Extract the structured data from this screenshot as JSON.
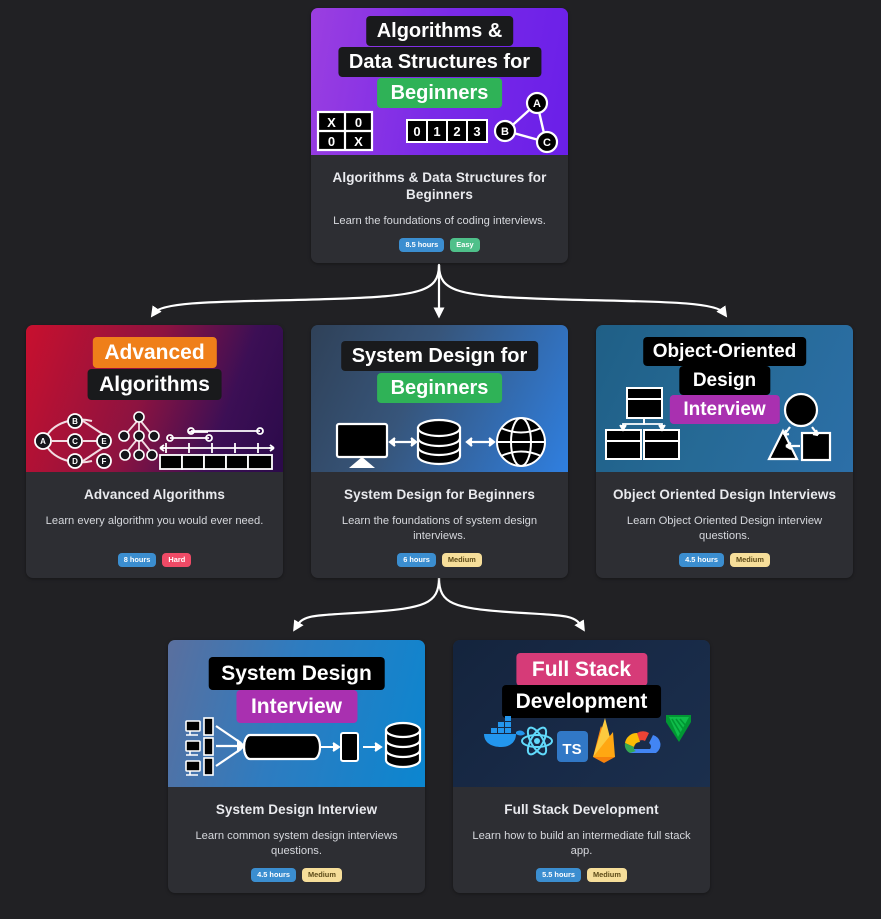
{
  "page": {
    "background_color": "#212124",
    "card_background": "#2d2e33",
    "connector_color": "#ffffff"
  },
  "badge_colors": {
    "hours": "#3b8ed0",
    "easy": "#4fc08a",
    "medium": "#f6de9a",
    "hard": "#ef4a66"
  },
  "cards": [
    {
      "id": "algorithms-data-structures-beginners",
      "title": "Algorithms & Data Structures for Beginners",
      "description": "Learn the foundations of coding interviews.",
      "hours_badge": "8.5 hours",
      "difficulty_badge": "Easy",
      "difficulty_kind": "easy",
      "thumbnail": {
        "gradient_from": "#9b3fe0",
        "gradient_to": "#6a1fe8",
        "lines": [
          {
            "text": "Algorithms &",
            "style": "dark"
          },
          {
            "text": "Data Structures for",
            "style": "dark"
          },
          {
            "text": "Beginners",
            "style": "green"
          }
        ],
        "art_items": [
          "tic-tac-toe-grid",
          "array-cells-0-1-2-3",
          "graph-nodes-a-b-c"
        ],
        "grid_cells": [
          "X",
          "0",
          "0",
          "X"
        ],
        "array_cells": [
          "0",
          "1",
          "2",
          "3"
        ],
        "graph_nodes": [
          "A",
          "B",
          "C"
        ]
      }
    },
    {
      "id": "advanced-algorithms",
      "title": "Advanced Algorithms",
      "description": "Learn every algorithm you would ever need.",
      "hours_badge": "8 hours",
      "difficulty_badge": "Hard",
      "difficulty_kind": "hard",
      "thumbnail": {
        "gradient_from": "#c8102e",
        "gradient_to": "#2b0a4a",
        "lines": [
          {
            "text": "Advanced",
            "style": "orange"
          },
          {
            "text": "Algorithms",
            "style": "dark"
          }
        ],
        "art_items": [
          "directed-graph",
          "tree-diagram",
          "interval-timeline"
        ],
        "graph_nodes": [
          "A",
          "B",
          "C",
          "D",
          "E",
          "F"
        ]
      }
    },
    {
      "id": "system-design-beginners",
      "title": "System Design for Beginners",
      "description": "Learn the foundations of system design interviews.",
      "hours_badge": "6 hours",
      "difficulty_badge": "Medium",
      "difficulty_kind": "medium",
      "thumbnail": {
        "gradient_from": "#2f4158",
        "gradient_to": "#2f7fe0",
        "lines": [
          {
            "text": "System Design for",
            "style": "dark"
          },
          {
            "text": "Beginners",
            "style": "green"
          }
        ],
        "art_items": [
          "monitor-icon",
          "database-icon",
          "globe-icon",
          "double-arrow"
        ]
      }
    },
    {
      "id": "object-oriented-design-interviews",
      "title": "Object Oriented Design Interviews",
      "description": "Learn Object Oriented Design interview questions.",
      "hours_badge": "4.5 hours",
      "difficulty_badge": "Medium",
      "difficulty_kind": "medium",
      "thumbnail": {
        "gradient_from": "#1f5f86",
        "gradient_to": "#2c6fa8",
        "lines": [
          {
            "text": "Object-Oriented",
            "style": "black"
          },
          {
            "text": "Design",
            "style": "black"
          },
          {
            "text": "Interview",
            "style": "purple"
          }
        ],
        "art_items": [
          "uml-class-hierarchy",
          "shapes-circle-square-triangle"
        ]
      }
    },
    {
      "id": "system-design-interview",
      "title": "System Design Interview",
      "description": "Learn common system design interviews questions.",
      "hours_badge": "4.5 hours",
      "difficulty_badge": "Medium",
      "difficulty_kind": "medium",
      "thumbnail": {
        "gradient_from": "#5a6f9e",
        "gradient_to": "#0b86d0",
        "lines": [
          {
            "text": "System Design",
            "style": "black"
          },
          {
            "text": "Interview",
            "style": "purple"
          }
        ],
        "art_items": [
          "client-workstations",
          "load-balancer",
          "server-icon",
          "database-icon"
        ]
      }
    },
    {
      "id": "full-stack-development",
      "title": "Full Stack Development",
      "description": "Learn how to build an intermediate full stack app.",
      "hours_badge": "5.5 hours",
      "difficulty_badge": "Medium",
      "difficulty_kind": "medium",
      "thumbnail": {
        "gradient_from": "#14243d",
        "gradient_to": "#1b2f4d",
        "lines": [
          {
            "text": "Full Stack",
            "style": "pink"
          },
          {
            "text": "Development",
            "style": "black"
          }
        ],
        "art_items": [
          "docker-icon",
          "react-icon",
          "typescript-icon",
          "firebase-icon",
          "google-cloud-icon",
          "vim-icon"
        ],
        "typescript_label": "TS"
      }
    }
  ]
}
